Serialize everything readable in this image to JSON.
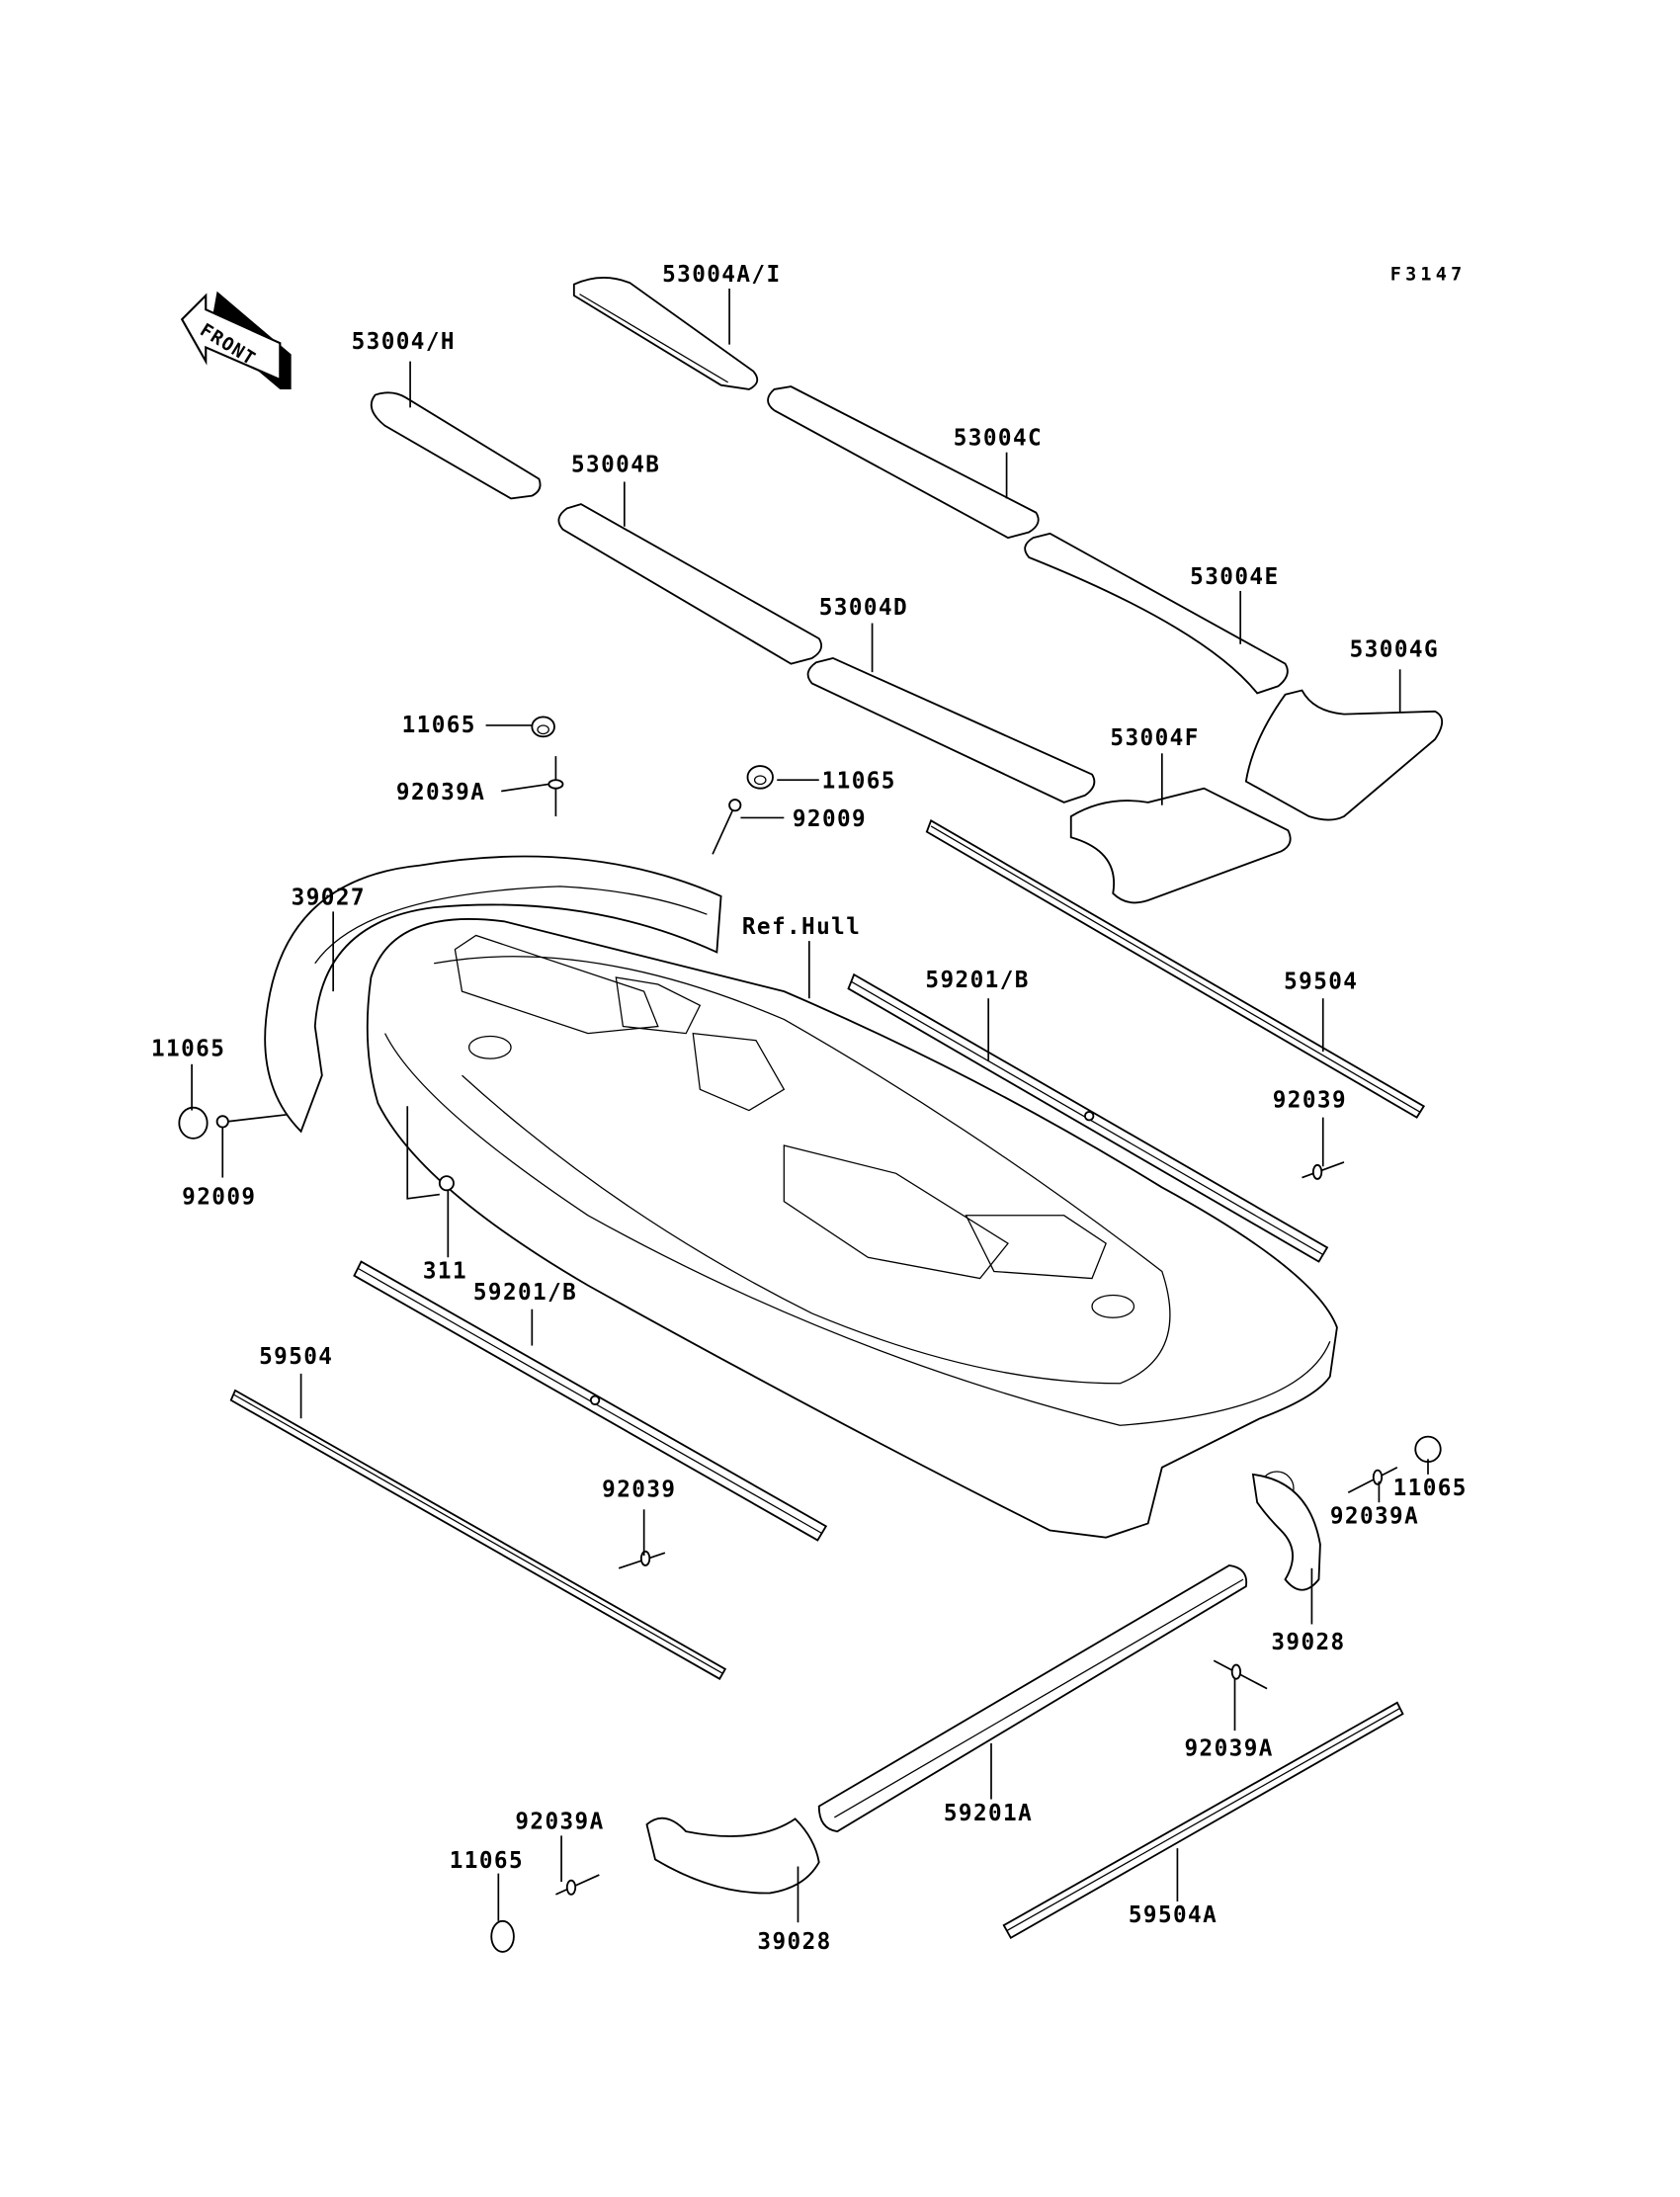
{
  "diagram": {
    "figure_code": "F3147",
    "front_indicator": "FRONT",
    "reference_label": "Ref.Hull",
    "callouts": [
      {
        "id": "c1",
        "text": "53004A/I"
      },
      {
        "id": "c2",
        "text": "53004/H"
      },
      {
        "id": "c3",
        "text": "53004C"
      },
      {
        "id": "c4",
        "text": "53004B"
      },
      {
        "id": "c5",
        "text": "53004E"
      },
      {
        "id": "c6",
        "text": "53004D"
      },
      {
        "id": "c7",
        "text": "53004G"
      },
      {
        "id": "c8",
        "text": "53004F"
      },
      {
        "id": "c9",
        "text": "11065"
      },
      {
        "id": "c10",
        "text": "92039A"
      },
      {
        "id": "c11",
        "text": "11065"
      },
      {
        "id": "c12",
        "text": "92009"
      },
      {
        "id": "c13",
        "text": "39027"
      },
      {
        "id": "c14",
        "text": "59201/B"
      },
      {
        "id": "c15",
        "text": "59504"
      },
      {
        "id": "c16",
        "text": "11065"
      },
      {
        "id": "c17",
        "text": "92009"
      },
      {
        "id": "c18",
        "text": "92039"
      },
      {
        "id": "c19",
        "text": "311"
      },
      {
        "id": "c20",
        "text": "59201/B"
      },
      {
        "id": "c21",
        "text": "59504"
      },
      {
        "id": "c22",
        "text": "92039"
      },
      {
        "id": "c23",
        "text": "11065"
      },
      {
        "id": "c24",
        "text": "92039A"
      },
      {
        "id": "c25",
        "text": "39028"
      },
      {
        "id": "c26",
        "text": "92039A"
      },
      {
        "id": "c27",
        "text": "59201A"
      },
      {
        "id": "c28",
        "text": "92039A"
      },
      {
        "id": "c29",
        "text": "11065"
      },
      {
        "id": "c30",
        "text": "39028"
      },
      {
        "id": "c31",
        "text": "59504A"
      }
    ]
  }
}
